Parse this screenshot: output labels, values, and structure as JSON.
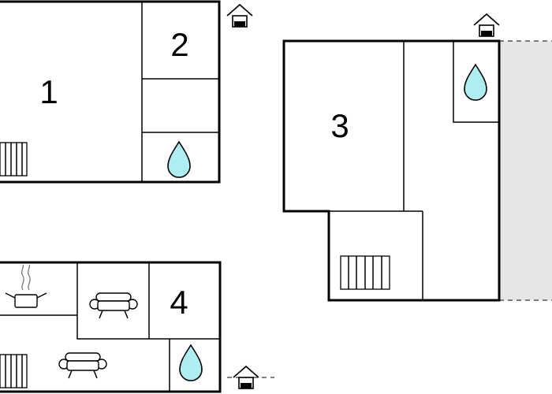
{
  "rooms": [
    {
      "id": "room-1",
      "number": "1"
    },
    {
      "id": "room-2",
      "number": "2"
    },
    {
      "id": "room-3",
      "number": "3"
    },
    {
      "id": "room-4",
      "number": "4"
    }
  ],
  "icons": {
    "bathroom": "water-drop-icon",
    "heater": "radiator-icon",
    "kitchen": "cooking-pot-icon",
    "sofa": "sofa-icon",
    "entrance": "house-entrance-icon"
  },
  "colors": {
    "water": "#aeeef0",
    "terrace": "#e6e6e6",
    "walls": "#000000"
  }
}
